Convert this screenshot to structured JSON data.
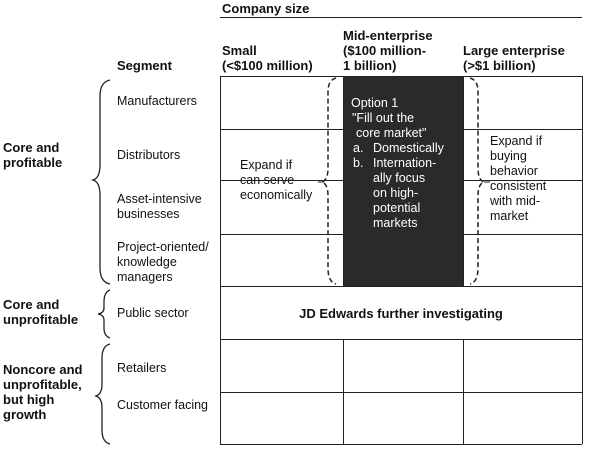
{
  "header": {
    "company_size": "Company size",
    "segment": "Segment",
    "small": [
      "Small",
      "(<$100 million)"
    ],
    "mid": [
      "Mid-enterprise",
      "($100 million-",
      "1 billion)"
    ],
    "large": [
      "Large enterprise",
      "(>$1 billion)"
    ]
  },
  "groups": {
    "core_profitable": [
      "Core and",
      "profitable"
    ],
    "core_unprofitable": [
      "Core and",
      "unprofitable"
    ],
    "noncore": [
      "Noncore and",
      "unprofitable,",
      "but high",
      "growth"
    ]
  },
  "segments": {
    "manufacturers": "Manufacturers",
    "distributors": "Distributors",
    "asset_intensive": [
      "Asset-intensive",
      "businesses"
    ],
    "project_oriented": [
      "Project-oriented/",
      "knowledge",
      "managers"
    ],
    "public_sector": "Public sector",
    "retailers": "Retailers",
    "customer_facing": "Customer facing"
  },
  "cells": {
    "small_expand": [
      "Expand if",
      "can serve",
      "economically"
    ],
    "option1": [
      "Option 1",
      "\"Fill out the",
      "core market\"",
      "a.",
      "Domestically",
      "b.",
      "Internation-",
      "ally focus",
      "on high-",
      "potential",
      "markets"
    ],
    "large_expand": [
      "Expand if",
      "buying",
      "behavior",
      "consistent",
      "with mid-",
      "market"
    ],
    "public_sector_note": "JD Edwards further investigating"
  },
  "colors": {
    "ink": "#222222",
    "option_fill": "#2a2a2a",
    "option_text": "#ffffff"
  }
}
